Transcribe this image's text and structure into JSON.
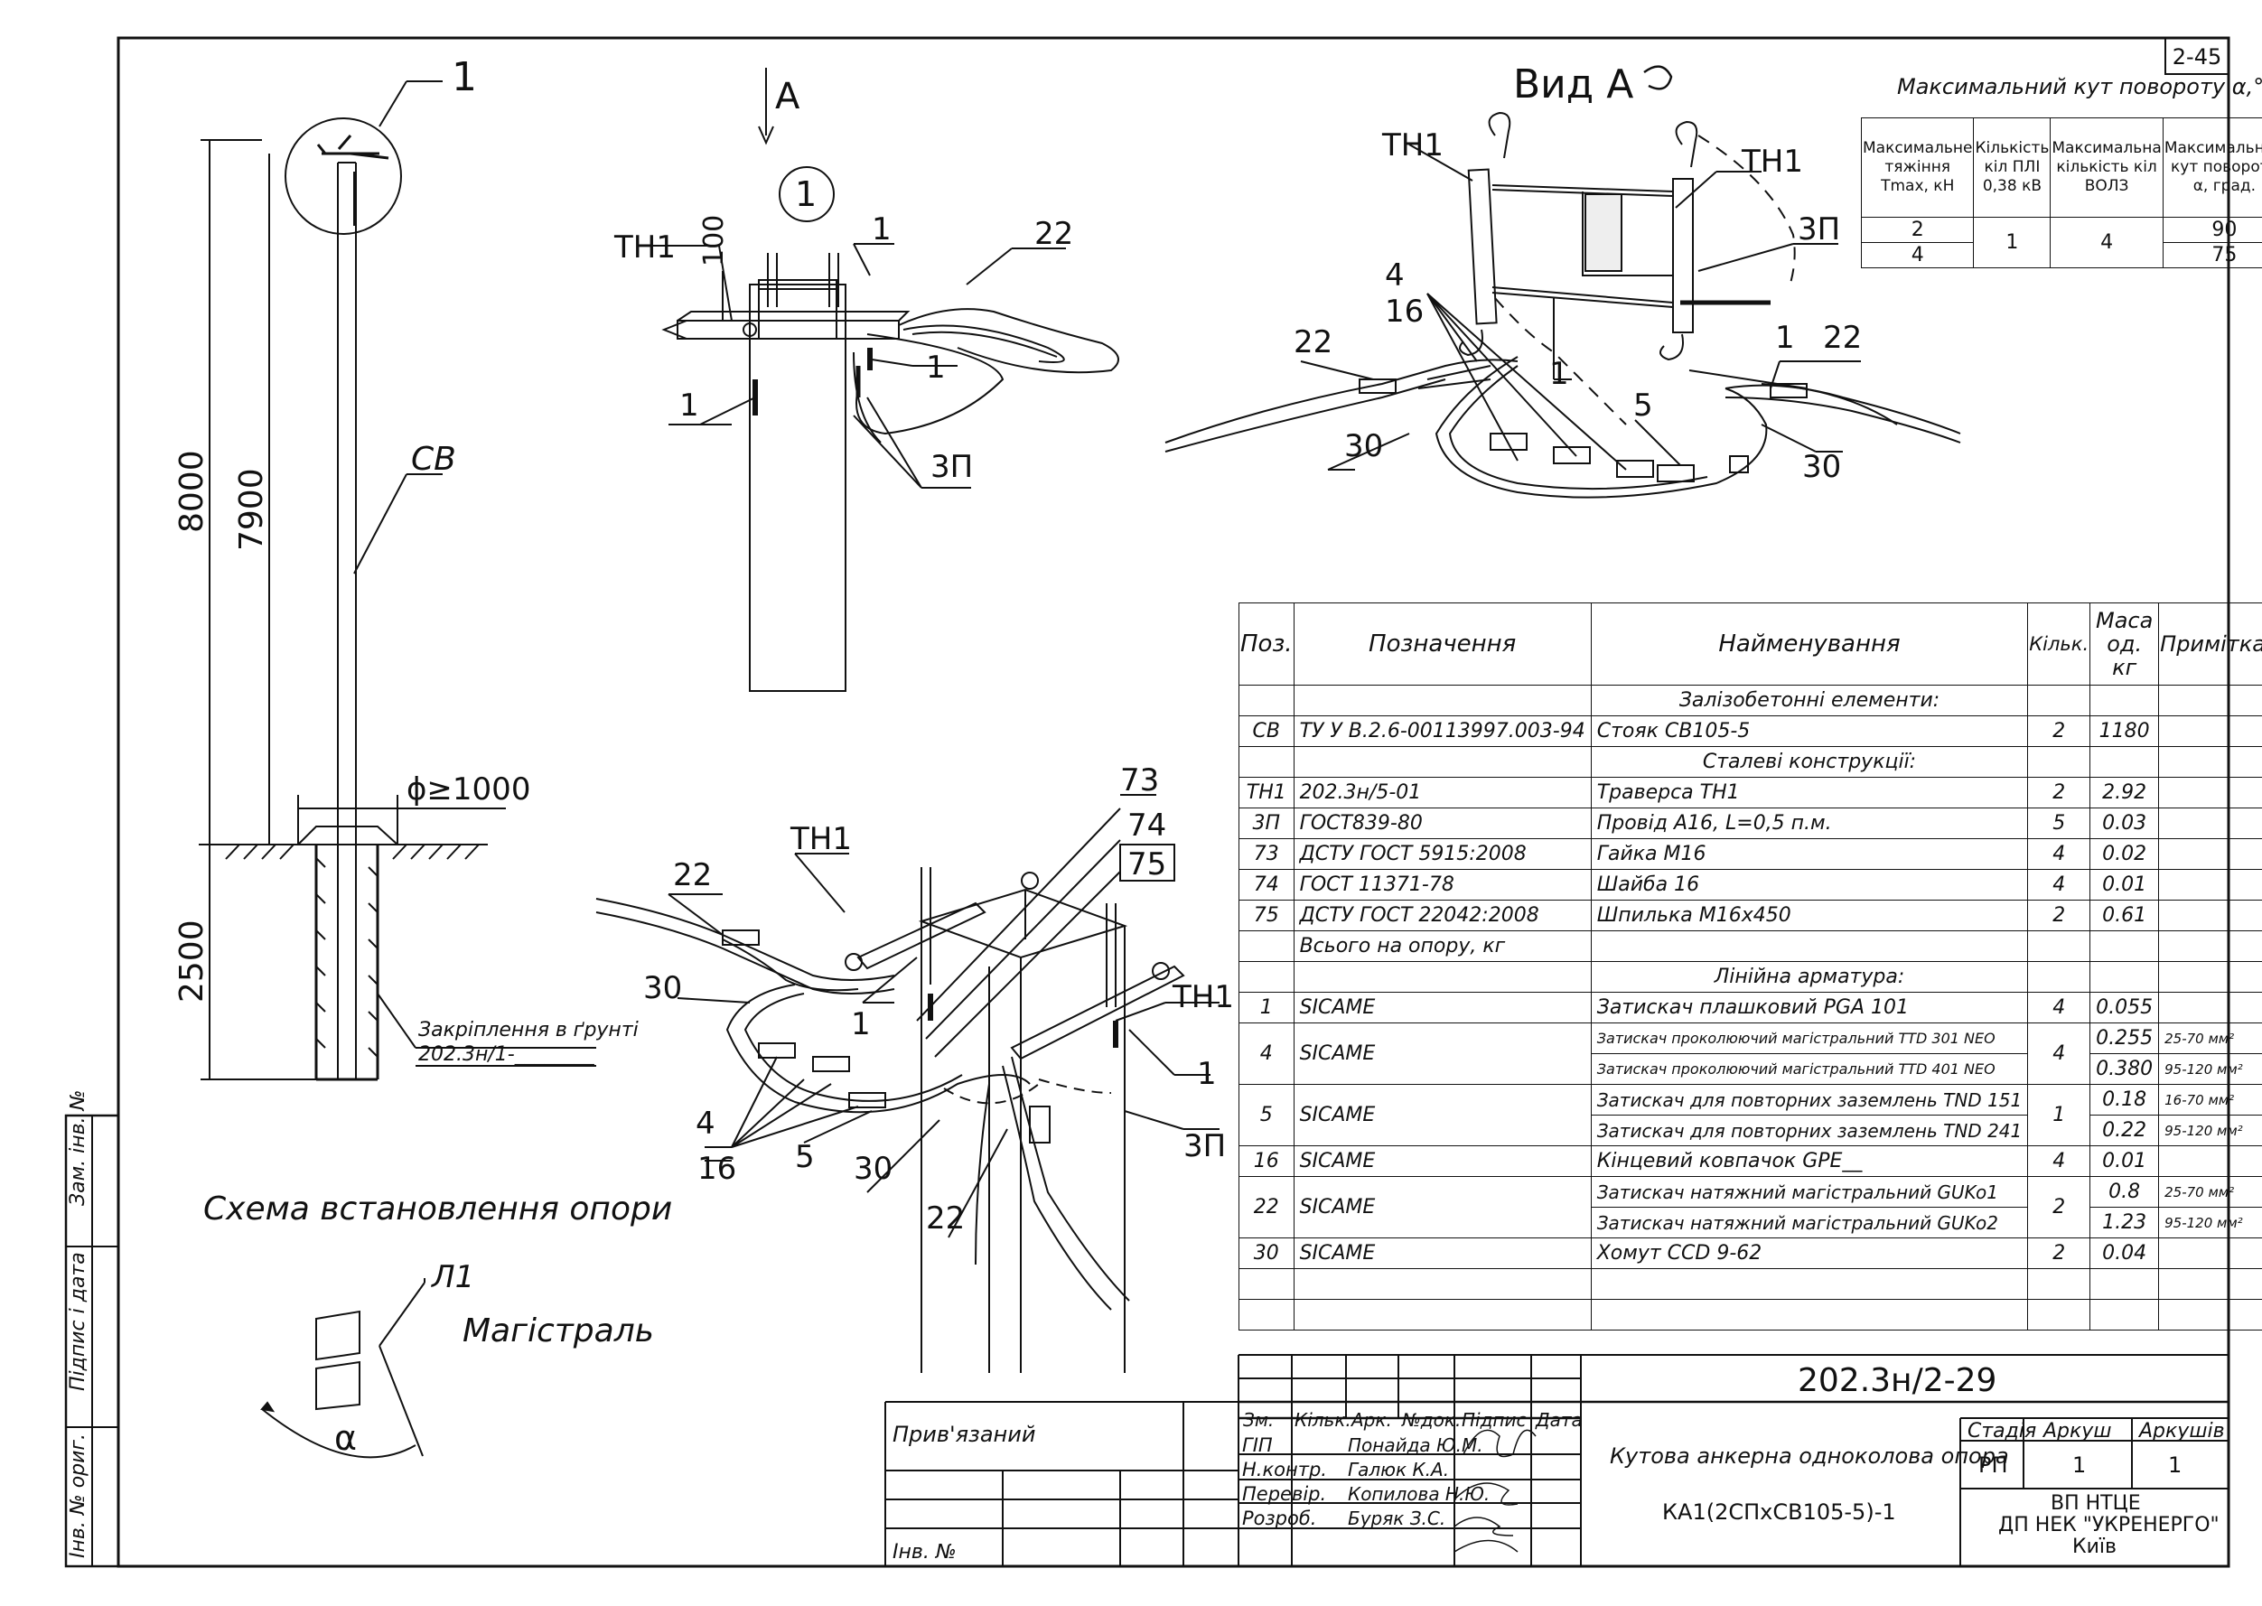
{
  "sheet_code": "2-45",
  "view_a_title": "Вид А",
  "top_table": {
    "title": "Максимальний кут повороту α,°",
    "headers": [
      "Максимальне тяжіння Tmax, кН",
      "Кількість кіл ПЛІ 0,38 кВ",
      "Максимальна кількість кіл ВОЛЗ",
      "Максимальний кут повороту α, град."
    ],
    "rows": [
      [
        "2",
        "1",
        "4",
        "90"
      ],
      [
        "4",
        "",
        "",
        "75"
      ]
    ]
  },
  "pole_drawing": {
    "callout": "1",
    "pole_label": "СВ",
    "dim_total": "8000",
    "dim_above": "7900",
    "dim_below": "2500",
    "dia": "ϕ≥1000",
    "fix_label": "Закріплення в ґрунті",
    "fix_ref": "202.3н/1-________",
    "scheme_title": "Схема встановлення опори",
    "line_label": "Л1",
    "main_label": "Магістраль",
    "angle_label": "α"
  },
  "detail1": {
    "arrow_label": "А",
    "circle_label": "1",
    "labels": [
      "ТН1",
      "100",
      "1",
      "22",
      "1",
      "1",
      "3П"
    ]
  },
  "view_a": {
    "labels": [
      "ТН1",
      "ТН1",
      "3П",
      "4",
      "16",
      "22",
      "30",
      "1",
      "5",
      "1",
      "22",
      "30"
    ]
  },
  "iso": {
    "labels": [
      "73",
      "74",
      "75",
      "22",
      "ТН1",
      "30",
      "1",
      "ТН1",
      "1",
      "3П",
      "4",
      "16",
      "5",
      "30",
      "22"
    ]
  },
  "spec_table": {
    "headers": [
      "Поз.",
      "Позначення",
      "Найменування",
      "Кільк.",
      "Маса од. кг",
      "Примітка"
    ],
    "rows": [
      {
        "section": "Залізобетонні елементи:"
      },
      {
        "pos": "СВ",
        "designation": "ТУ У В.2.6-00113997.003-94",
        "name": "Стояк СВ105-5",
        "qty": "2",
        "mass": "1180",
        "note": ""
      },
      {
        "section": "Сталеві конструкції:"
      },
      {
        "pos": "ТН1",
        "designation": "202.3н/5-01",
        "name": "Траверса ТН1",
        "qty": "2",
        "mass": "2.92",
        "note": ""
      },
      {
        "pos": "3П",
        "designation": "ГОСТ839-80",
        "name": "Провід А16, L=0,5 п.м.",
        "qty": "5",
        "mass": "0.03",
        "note": ""
      },
      {
        "pos": "73",
        "designation": "ДСТУ ГОСТ 5915:2008",
        "name": "Гайка М16",
        "qty": "4",
        "mass": "0.02",
        "note": ""
      },
      {
        "pos": "74",
        "designation": "ГОСТ 11371-78",
        "name": "Шайба 16",
        "qty": "4",
        "mass": "0.01",
        "note": ""
      },
      {
        "pos": "75",
        "designation": "ДСТУ ГОСТ 22042:2008",
        "name": "Шпилька М16х450",
        "qty": "2",
        "mass": "0.61",
        "note": ""
      },
      {
        "pos": "",
        "designation": "Всього на опору, кг",
        "name": "",
        "qty": "",
        "mass": "",
        "note": ""
      },
      {
        "section": "Лінійна арматура:"
      },
      {
        "pos": "1",
        "designation": "SICAME",
        "name": "Затискач плашковий PGA 101",
        "qty": "4",
        "mass": "0.055",
        "note": ""
      },
      {
        "pos": "4",
        "designation": "SICAME",
        "name": "Затискач проколюючий магістральний TTD 301 NEO",
        "qty": "4",
        "mass": "0.255",
        "note": "25-70 мм²"
      },
      {
        "pos": "",
        "designation": "",
        "name": "Затискач проколюючий магістральний TTD 401 NEO",
        "qty": "",
        "mass": "0.380",
        "note": "95-120 мм²"
      },
      {
        "pos": "5",
        "designation": "SICAME",
        "name": "Затискач для повторних заземлень TND 151",
        "qty": "1",
        "mass": "0.18",
        "note": "16-70 мм²"
      },
      {
        "pos": "",
        "designation": "",
        "name": "Затискач для повторних заземлень TND 241",
        "qty": "",
        "mass": "0.22",
        "note": "95-120 мм²"
      },
      {
        "pos": "16",
        "designation": "SICAME",
        "name": "Кінцевий ковпачок GPE__",
        "qty": "4",
        "mass": "0.01",
        "note": ""
      },
      {
        "pos": "22",
        "designation": "SICAME",
        "name": "Затискач натяжний магістральний GUKo1",
        "qty": "2",
        "mass": "0.8",
        "note": "25-70 мм²"
      },
      {
        "pos": "",
        "designation": "",
        "name": "Затискач натяжний магістральний GUKo2",
        "qty": "",
        "mass": "1.23",
        "note": "95-120 мм²"
      },
      {
        "pos": "30",
        "designation": "SICAME",
        "name": "Хомут CCD 9-62",
        "qty": "2",
        "mass": "0.04",
        "note": ""
      }
    ]
  },
  "title_block": {
    "doc_code": "202.3н/2-29",
    "bound": "Прив'язаний",
    "inv_no": "Інв. №",
    "cols": [
      "Зм.",
      "Кільк.",
      "Арк.",
      "№док.",
      "Підпис",
      "Дата"
    ],
    "people": [
      {
        "role": "ГІП",
        "name": "Понайда Ю.М."
      },
      {
        "role": "Н.контр.",
        "name": "Галюк К.А."
      },
      {
        "role": "Перевір.",
        "name": "Копилова Н.Ю."
      },
      {
        "role": "Розроб.",
        "name": "Буряк З.С."
      }
    ],
    "title": "Кутова анкерна одноколова опора",
    "subtitle": "КА1(2СПхСВ105-5)-1",
    "stage_h": "Стадія",
    "sheet_h": "Аркуш",
    "sheets_h": "Аркушів",
    "stage": "РП",
    "sheet": "1",
    "sheets": "1",
    "org1": "ВП НТЦЕ",
    "org2": "ДП НЕК \"УКРЕНЕРГО\"",
    "org3": "Київ"
  },
  "side_strip": [
    "Зам. інв. №",
    "Підпис і дата",
    "Інв. № ориг."
  ]
}
